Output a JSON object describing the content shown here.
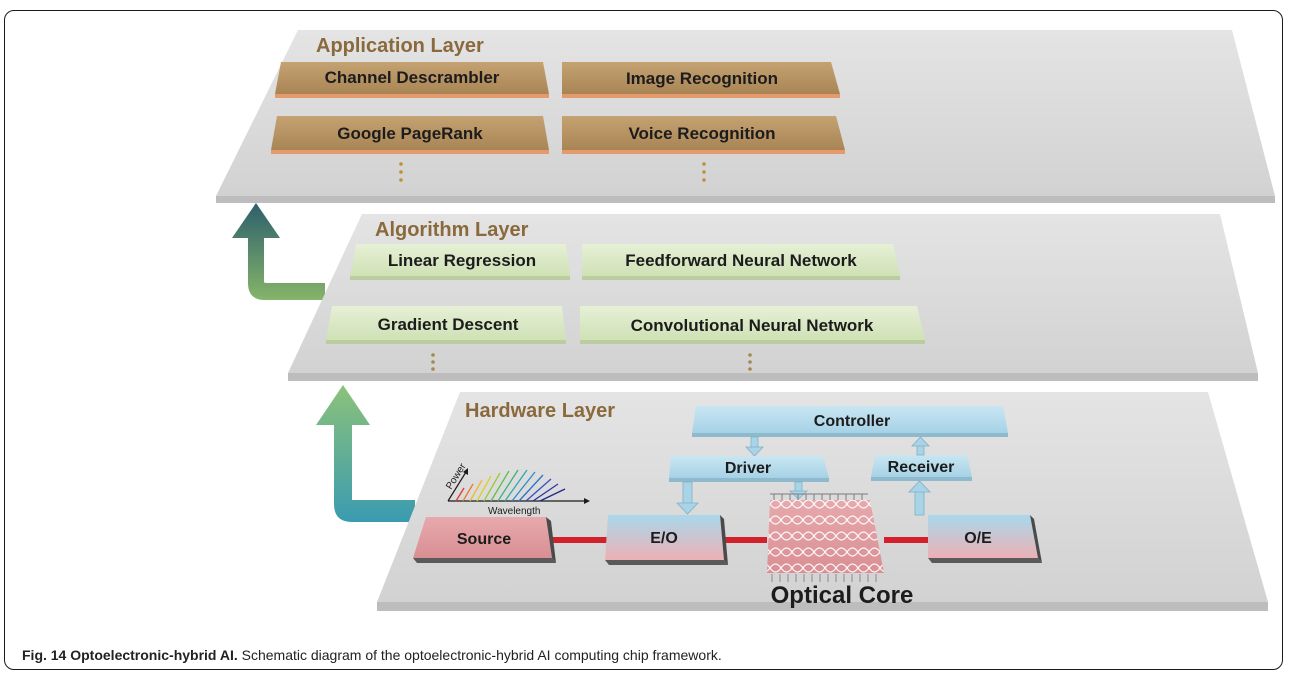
{
  "application_layer": {
    "title": "Application Layer",
    "items": [
      "Channel Descrambler",
      "Image Recognition",
      "Google PageRank",
      "Voice Recognition"
    ],
    "ellipsis": "⋮"
  },
  "algorithm_layer": {
    "title": "Algorithm Layer",
    "items": [
      "Linear Regression",
      "Feedforward Neural Network",
      "Gradient Descent",
      "Convolutional Neural Network"
    ],
    "ellipsis": "⋮"
  },
  "hardware_layer": {
    "title": "Hardware Layer",
    "controller": "Controller",
    "driver": "Driver",
    "receiver": "Receiver",
    "source": "Source",
    "eo": "E/O",
    "oe": "O/E",
    "optical_core": "Optical Core",
    "spectrum": {
      "power_label": "Power",
      "wavelength_label": "Wavelength"
    }
  },
  "caption": {
    "label": "Fig. 14 Optoelectronic-hybrid AI.",
    "text": "Schematic diagram of the optoelectronic-hybrid AI computing chip framework."
  },
  "colors": {
    "layer_fill": "#dadada",
    "app_box": "#b89360",
    "app_box_edge": "#e09a6a",
    "algo_box": "#dbe9c7",
    "hw_blue": "#b9dcea",
    "hw_pink": "#e2a8ab",
    "link_red": "#d4202a",
    "title_brown": "#8a6a3c"
  }
}
